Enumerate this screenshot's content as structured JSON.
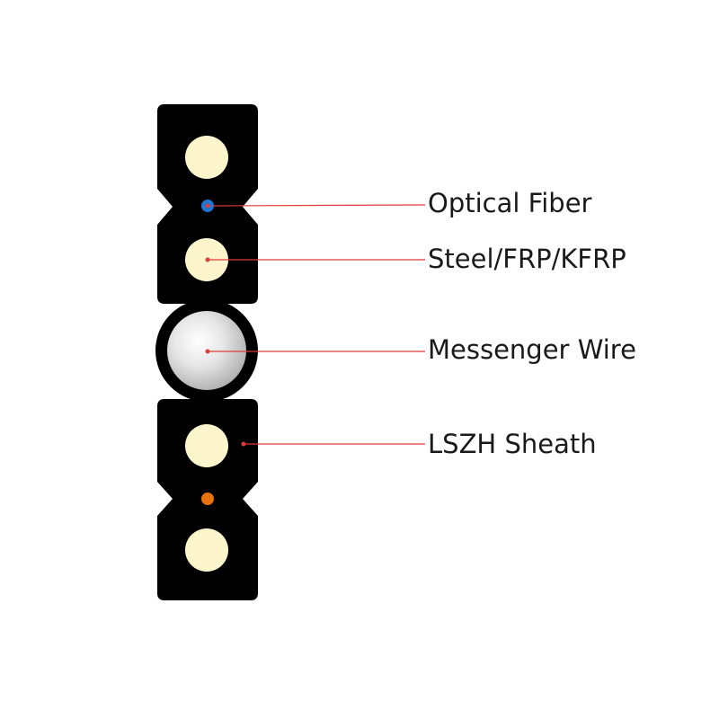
{
  "callouts": [
    {
      "label": "Optical Fiber"
    },
    {
      "label": "Steel/FRP/KFRP"
    },
    {
      "label": "Messenger Wire"
    },
    {
      "label": "LSZH Sheath"
    }
  ],
  "colors": {
    "sheath": "#000000",
    "strength_member": "#fdf6cc",
    "fiber_blue": "#1e78d2",
    "fiber_orange": "#e8730c",
    "leader_line": "#e03a3a",
    "messenger_light": "#f4f4f4",
    "messenger_dark": "#a8a8a8"
  }
}
